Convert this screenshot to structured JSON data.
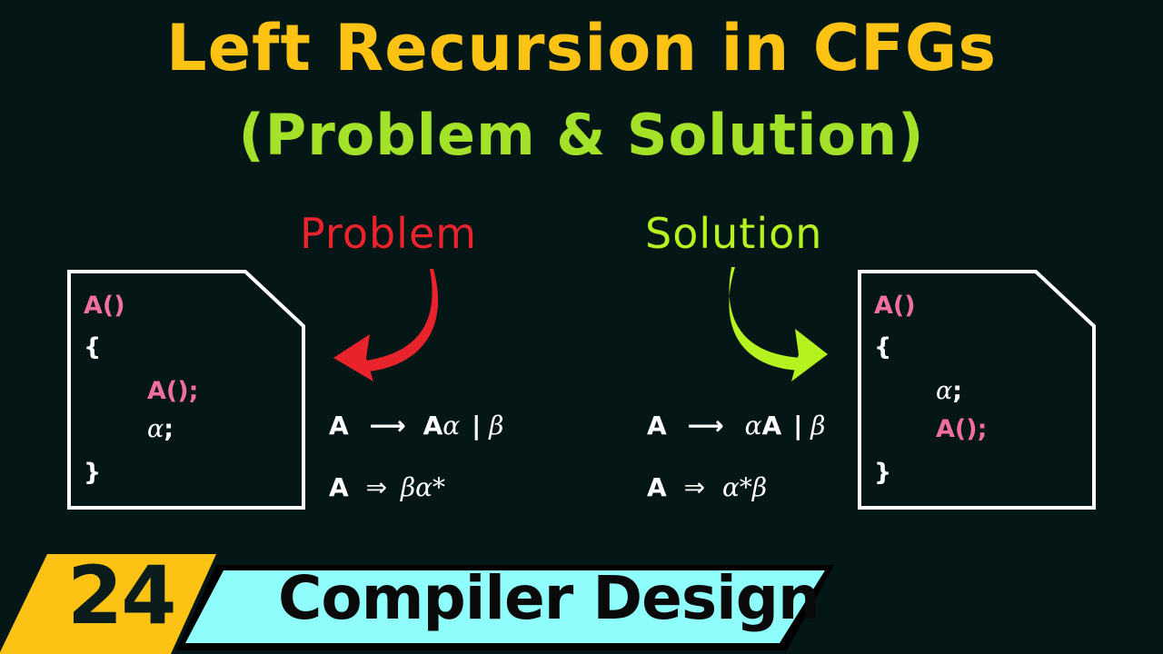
{
  "title": {
    "line1": "Left Recursion in CFGs",
    "line2": "(Problem & Solution)"
  },
  "labels": {
    "problem": "Problem",
    "solution": "Solution"
  },
  "colors": {
    "background": "#041615",
    "title_yellow": "#fcc314",
    "title_green": "#a4e22a",
    "problem_red": "#e8232c",
    "solution_lime": "#b6f21f",
    "code_pink": "#f06fa0",
    "badge_yellow": "#fcc314",
    "banner_cyan": "#8ffdfb"
  },
  "problem_code": {
    "header": "A()",
    "open": "{",
    "line1": "A();",
    "line2_greek": "α",
    "line2_semi": ";",
    "close": "}"
  },
  "solution_code": {
    "header": "A()",
    "open": "{",
    "line1_greek": "α",
    "line1_semi": ";",
    "line2": "A();",
    "close": "}"
  },
  "problem_math": {
    "production_lhs": "A",
    "production_arrow": "⟶",
    "production_rhs_A": "A",
    "production_rhs_alpha": "α",
    "production_bar": "|",
    "production_beta": "β",
    "derivation_lhs": "A",
    "derivation_arrow": "⇒",
    "derivation_rhs": "βα*"
  },
  "solution_math": {
    "production_lhs": "A",
    "production_arrow": "⟶",
    "production_rhs_alpha": "α",
    "production_rhs_A": "A",
    "production_bar": "|",
    "production_beta": "β",
    "derivation_lhs": "A",
    "derivation_arrow": "⇒",
    "derivation_rhs": "α*β"
  },
  "footer": {
    "episode_number": "24",
    "series_name": "Compiler Design"
  }
}
